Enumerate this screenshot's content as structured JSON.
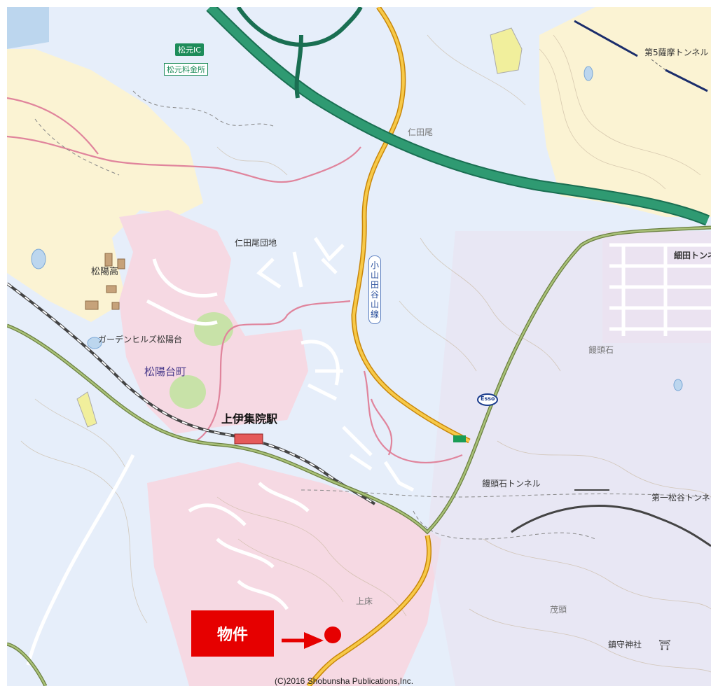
{
  "map": {
    "place_labels": {
      "matsumoto_ic": "松元IC",
      "matsumoto_tollgate": "松元料金所",
      "tunnel_satsuma5": "第5薩摩トンネル",
      "nitao": "仁田尾",
      "nitao_danchi": "仁田尾団地",
      "shoyo_high": "松陽高",
      "garden_hills": "ガーデンヒルズ松陽台",
      "shoyodai_cho": "松陽台町",
      "kamiijuin_station": "上伊集院駅",
      "hosoda_tunnel": "細田トンネ",
      "manjuishi": "饅頭石",
      "manjuishi_tunnel": "饅頭石トンネル",
      "daiichi_matsutani_tunnel": "第一松谷トンネ",
      "kamitoko": "上床",
      "shigeno": "茂頭",
      "chinju_shrine": "鎮守神社",
      "esso": "Esso"
    },
    "route_badge": [
      "小",
      "山",
      "田",
      "谷",
      "山",
      "線"
    ],
    "property_label": "物件",
    "copyright": "(C)2016 Shobunsha Publications,Inc.",
    "colors": {
      "background": "#e6eefa",
      "residential": "#f6d9e3",
      "forest_hills": "#fbf3d3",
      "expressway": "#2a8c6a",
      "prefectural_road": "#f2b632",
      "national_road": "#7a8f4e",
      "local_road": "#e0849c",
      "property_callout": "#e60000"
    }
  }
}
